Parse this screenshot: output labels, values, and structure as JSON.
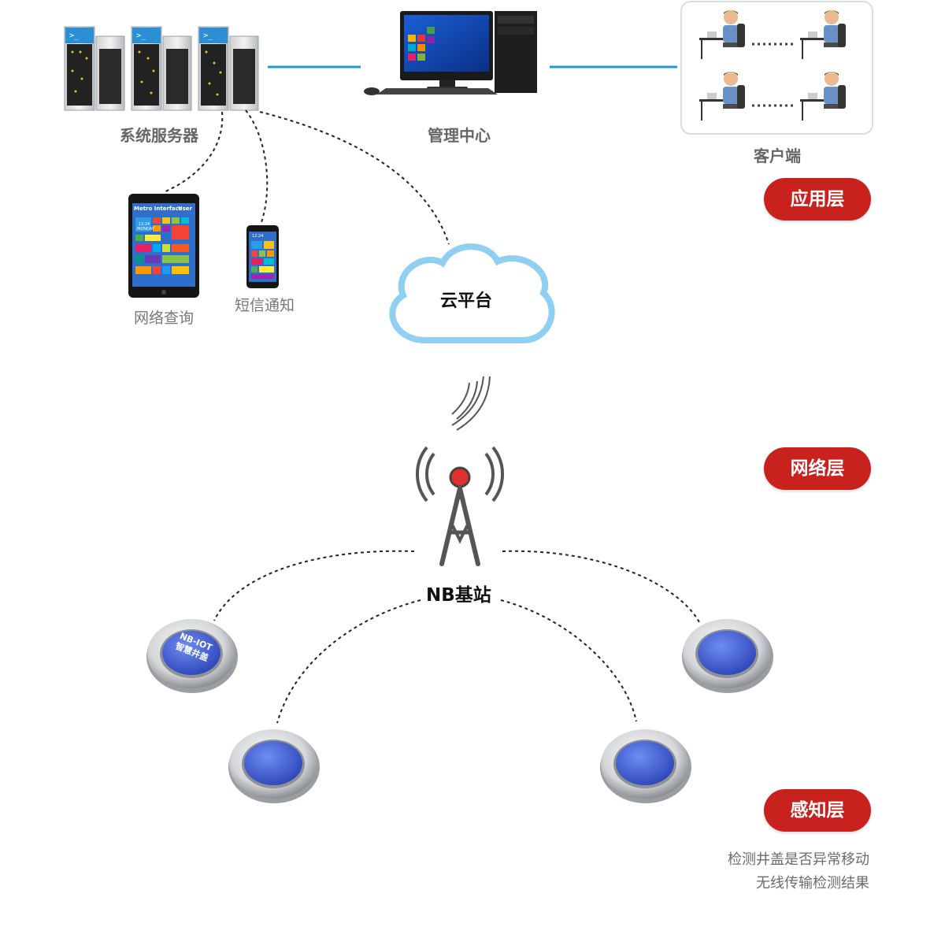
{
  "app_layer": {
    "server_label": "系统服务器",
    "management_label": "管理中心",
    "client_label": "客户端",
    "tablet_label": "网络查询",
    "phone_label": "短信通知",
    "tablet_screen": {
      "header": "Metro Interface",
      "user": "User",
      "time": "12:24",
      "day": "MONDAY"
    },
    "phone_screen": {
      "time": "12:24"
    }
  },
  "network": {
    "cloud_label": "云平台",
    "station_label": "NB基站"
  },
  "sensor": {
    "cover_text_top": "NB-IOT",
    "cover_text_bottom": "智慧井盖"
  },
  "layers": {
    "application": "应用层",
    "network": "网络层",
    "perception": "感知层"
  },
  "description": {
    "line1": "检测井盖是否异常移动",
    "line2": "无线传输检测结果"
  },
  "colors": {
    "badge": "#c8211e",
    "link_line": "#1e9bd7",
    "cloud_outline": "#8fd0f2",
    "station_dot": "#e0302b",
    "sensor_face": "#3c5ed8"
  }
}
